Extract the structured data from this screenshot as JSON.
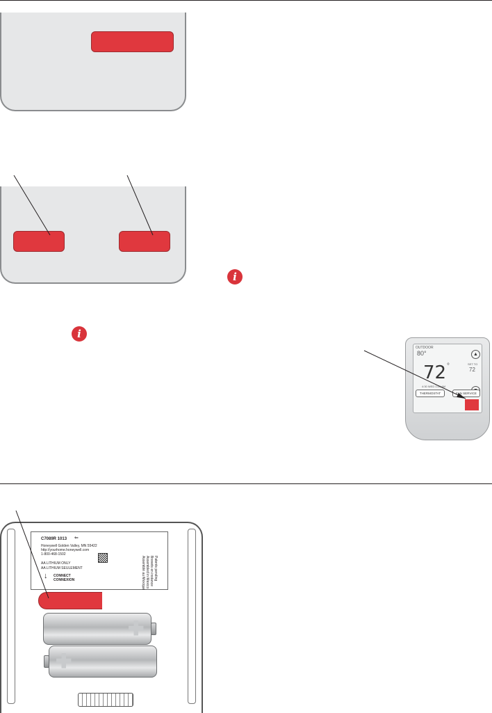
{
  "colors": {
    "accent_red": "#e0383e",
    "panel_gray": "#e6e7e8",
    "info_red": "#d9343b"
  },
  "icons": {
    "info": "i"
  },
  "thermostat": {
    "outdoor_label": "OUTDOOR",
    "outdoor_temp": "80°",
    "set_label": "SET TO",
    "set_temp": "72",
    "indoor_temp": "72",
    "degree": "°",
    "time_line": "4:30 WED 1:15 AM",
    "up_arrow": "▲",
    "down_arrow": "▼",
    "left_button": "THERMOSTAT",
    "right_button": "FAN SERVICE"
  },
  "battery_label": {
    "model": "C7089R 1013",
    "arrow": "⇐",
    "company": "Honeywell Golden Valley, MN 55422",
    "website": "http://yourhome.honeywell.com",
    "phone": "1-800-468-1502",
    "lithium_en": "AA LITHIUM ONLY",
    "lithium_fr": "AA LITHIUM SEULEMENT",
    "connect_arrow": "↓",
    "connect_en": "CONNECT",
    "connect_fr": "CONNEXION",
    "side_text": [
      "Patents pending",
      "Brevets en instance",
      "Assembled in Mexico",
      "Assemblé au Mexique"
    ]
  }
}
